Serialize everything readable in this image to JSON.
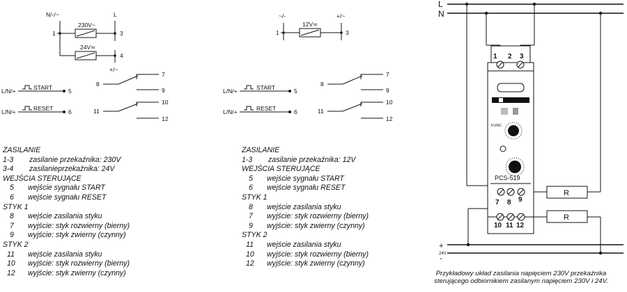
{
  "left_schematic": {
    "n_label": "N/-/~",
    "l_label": "L",
    "t1": "1",
    "t3": "3",
    "t4": "4",
    "v230": "230V~",
    "v24": "24V≃",
    "plus_label": "+/~",
    "start_in": "L/N/+",
    "start_label": "START",
    "t5": "5",
    "reset_in": "L/N/+",
    "reset_label": "RESET",
    "t6": "6",
    "t7": "7",
    "t8": "8",
    "t9": "9",
    "t10": "10",
    "t11": "11",
    "t12": "12"
  },
  "mid_schematic": {
    "neg_label": "~/-",
    "pos_label": "+/~",
    "t1": "1",
    "t3": "3",
    "v12": "12V≃",
    "start_in": "L/N/+",
    "start_label": "START",
    "t5": "5",
    "reset_in": "L/N/+",
    "reset_label": "RESET",
    "t6": "6",
    "t7": "7",
    "t8": "8",
    "t9": "9",
    "t10": "10",
    "t11": "11",
    "t12": "12"
  },
  "left_legend": [
    {
      "kind": "hdr",
      "text": "ZASILANIE"
    },
    {
      "kind": "item",
      "num": "1-3",
      "desc": "zasilanie przekaźnika: 230V"
    },
    {
      "kind": "item",
      "num": "3-4",
      "desc": "zasilanieprzekaźnika: 24V"
    },
    {
      "kind": "hdr",
      "text": "WEJŚCIA STERUJĄCE"
    },
    {
      "kind": "item",
      "num": "5",
      "desc": "wejście sygnału START"
    },
    {
      "kind": "item",
      "num": "6",
      "desc": "wejście sygnału RESET"
    },
    {
      "kind": "hdr",
      "text": "STYK 1"
    },
    {
      "kind": "item",
      "num": "8",
      "desc": "wejście zasilania styku"
    },
    {
      "kind": "item",
      "num": "7",
      "desc": "wyjście: styk rozwierny (bierny)"
    },
    {
      "kind": "item",
      "num": "9",
      "desc": "wyjście: styk zwierny (czynny)"
    },
    {
      "kind": "hdr",
      "text": "STYK 2"
    },
    {
      "kind": "item",
      "num": "11",
      "desc": "wejście zasilania styku"
    },
    {
      "kind": "item",
      "num": "10",
      "desc": "wyjście: styk rozwierny (bierny)"
    },
    {
      "kind": "item",
      "num": "12",
      "desc": "wyjście: styk zwierny (czynny)"
    }
  ],
  "mid_legend": [
    {
      "kind": "hdr",
      "text": "ZASILANIE"
    },
    {
      "kind": "item",
      "num": "1-3",
      "desc": "zasilanie przekaźnika: 12V"
    },
    {
      "kind": "hdr",
      "text": "WEJŚCIA STERUJĄCE"
    },
    {
      "kind": "item",
      "num": "5",
      "desc": "wejście sygnału START"
    },
    {
      "kind": "item",
      "num": "6",
      "desc": "wejście sygnału RESET"
    },
    {
      "kind": "hdr",
      "text": "STYK 1"
    },
    {
      "kind": "item",
      "num": "8",
      "desc": "wejście zasilania styku"
    },
    {
      "kind": "item",
      "num": "7",
      "desc": "wyjście: styk rozwierny (bierny)"
    },
    {
      "kind": "item",
      "num": "9",
      "desc": "wyjście: styk zwierny (czynny)"
    },
    {
      "kind": "hdr",
      "text": "STYK 2"
    },
    {
      "kind": "item",
      "num": "11",
      "desc": "wejście zasilania styku"
    },
    {
      "kind": "item",
      "num": "10",
      "desc": "wyjście: styk rozwierny (bierny)"
    },
    {
      "kind": "item",
      "num": "12",
      "desc": "wyjście: styk zwierny (czynny)"
    }
  ],
  "wiring": {
    "L": "L",
    "N": "N",
    "plus": "+",
    "volt": "24V",
    "minus": "-",
    "top_terms": [
      "1",
      "2",
      "3"
    ],
    "mid_terms": [
      "7",
      "8",
      "9"
    ],
    "bot_terms": [
      "10",
      "11",
      "12"
    ],
    "model": "PCS-519",
    "func": "FUNC",
    "r1": "R",
    "r2": "R",
    "caption_line1": "Przykładowy układ zasilania napięciem 230V przekaźnika",
    "caption_line2": "sterującego odbiornikiem zasilanym napięciem 230V i 24V."
  }
}
